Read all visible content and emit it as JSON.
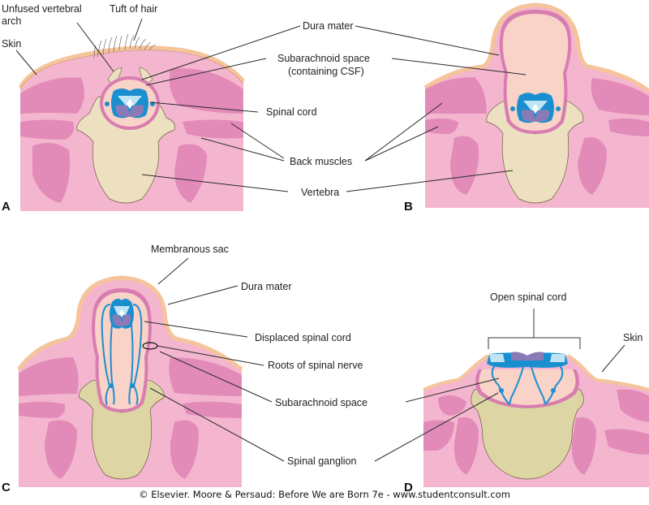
{
  "figure": {
    "panels": [
      {
        "id": "A",
        "label": "A",
        "labels": {
          "unfused_arch": [
            "Unfused vertebral",
            "arch"
          ],
          "tuft": "Tuft of hair",
          "skin": "Skin",
          "dura": "Dura mater",
          "subarachnoid": [
            "Subarachnoid space",
            "(containing CSF)"
          ],
          "spinal_cord": "Spinal cord",
          "back_muscles": "Back muscles",
          "vertebra": "Vertebra"
        }
      },
      {
        "id": "B",
        "label": "B"
      },
      {
        "id": "C",
        "label": "C",
        "labels": {
          "membranous_sac": "Membranous sac",
          "dura": "Dura mater",
          "displaced_cord": "Displaced spinal cord",
          "roots": "Roots of spinal nerve",
          "subarachnoid": "Subarachnoid space",
          "ganglion": "Spinal ganglion"
        }
      },
      {
        "id": "D",
        "label": "D",
        "labels": {
          "open_cord": "Open spinal cord",
          "skin": "Skin"
        }
      }
    ],
    "colors": {
      "skin": "#f5c49a",
      "tissue": "#f4b6cf",
      "muscle": "#e28bb8",
      "vertebra_light": "#ede0c0",
      "vertebra_olive": "#ddd6a4",
      "dura": "#d77db0",
      "csf": "#f9d2c8",
      "cord_blue": "#1a8fd0",
      "cord_light": "#bfe4f4",
      "cord_purple": "#8a7ab5"
    },
    "credit": "© Elsevier. Moore & Persaud: Before We are Born 7e - www.studentconsult.com"
  }
}
